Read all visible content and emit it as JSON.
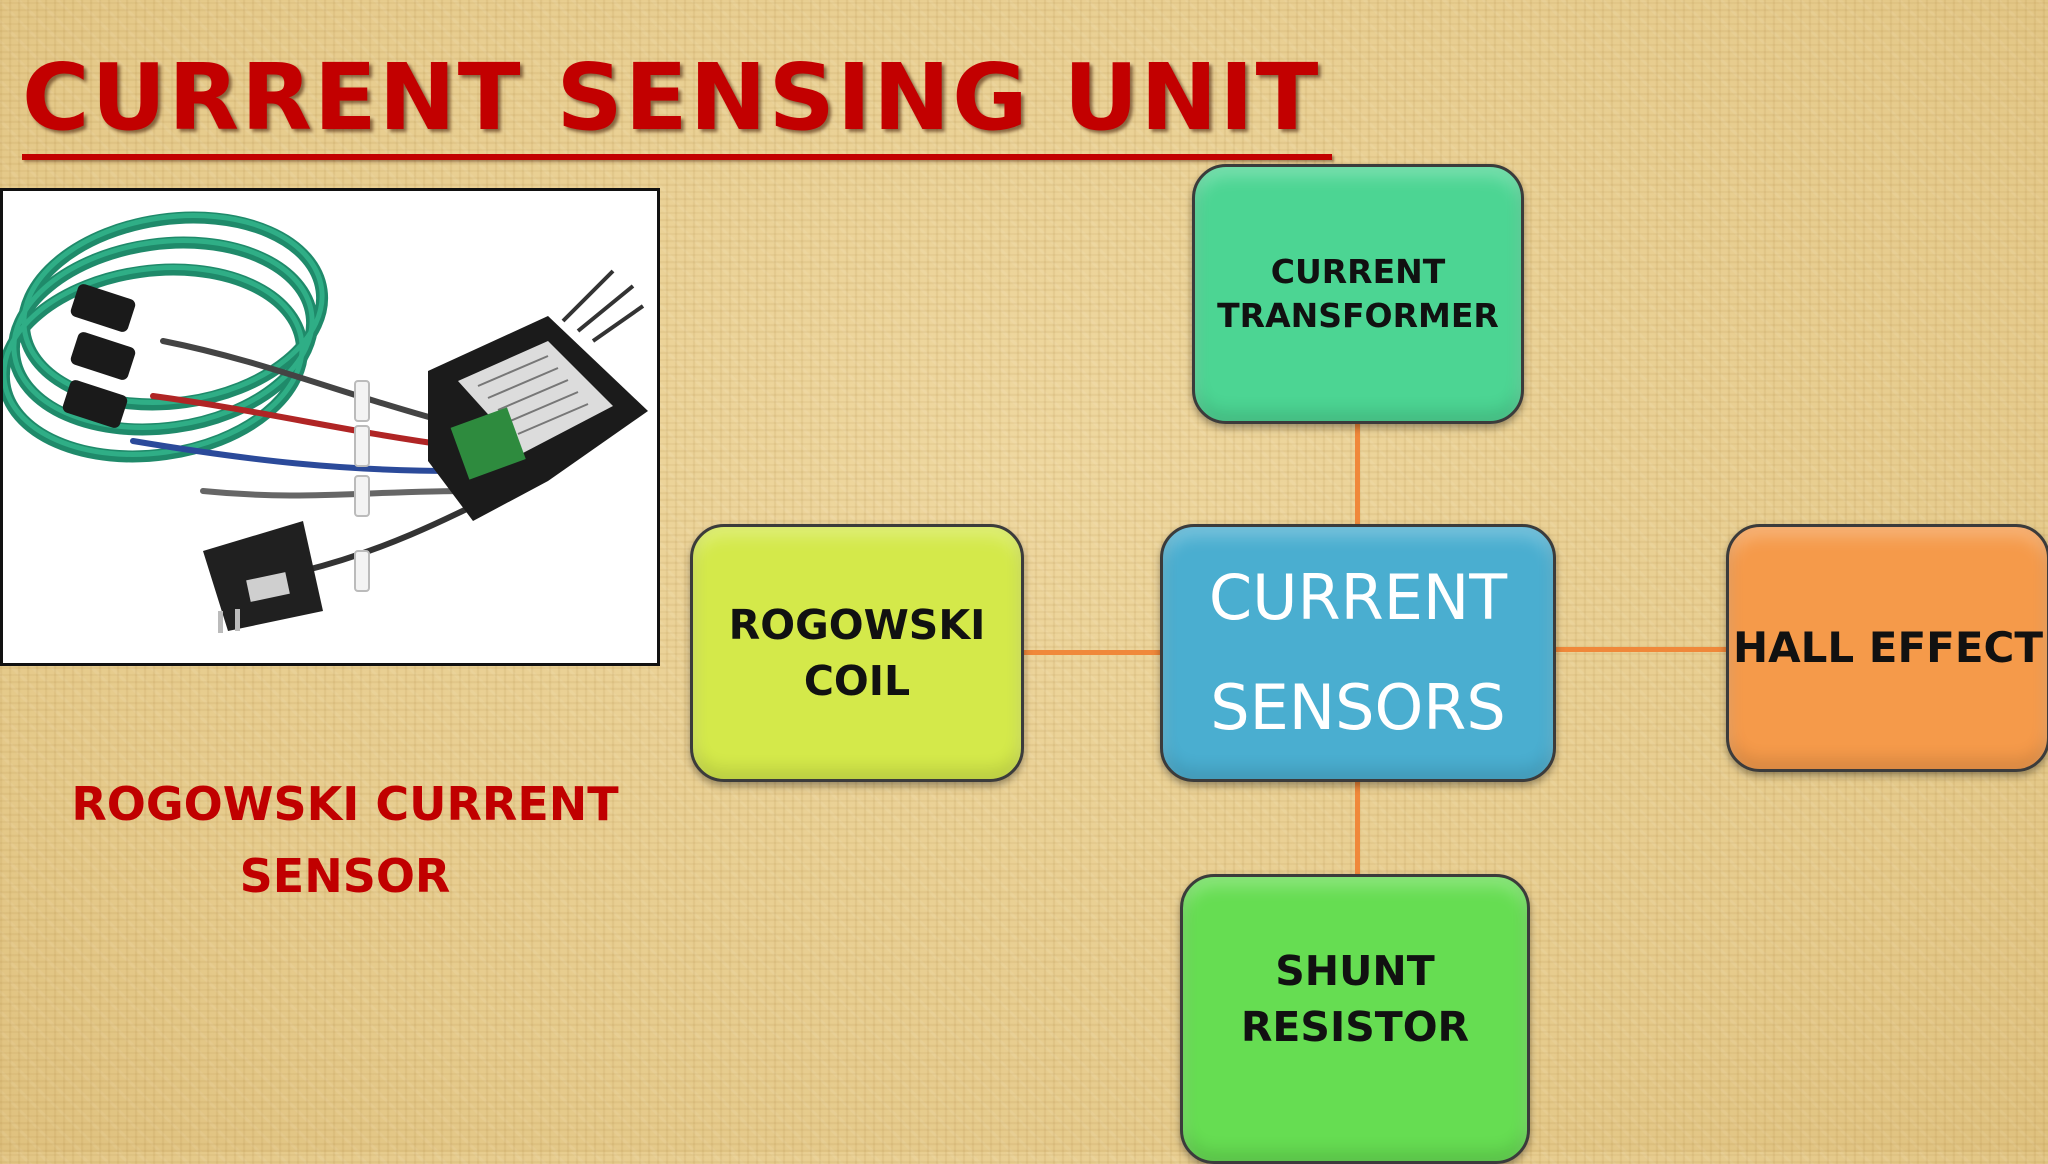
{
  "slide": {
    "title": "CURRENT SENSING UNIT",
    "image_caption": "ROGOWSKI CURRENT SENSOR"
  },
  "diagram": {
    "center": {
      "line1": "CURRENT",
      "line2": "SENSORS"
    },
    "top": {
      "line1": "CURRENT",
      "line2": "TRANSFORMER"
    },
    "left": {
      "line1": "ROGOWSKI",
      "line2": "COIL"
    },
    "right": {
      "line1": "HALL EFFECT"
    },
    "bottom": {
      "line1": "SHUNT",
      "line2": "RESISTOR"
    }
  },
  "colors": {
    "title": "#c20000",
    "connector": "#f0883a",
    "center_box": "#4aaed0",
    "top_box": "#4cd593",
    "left_box": "#d4e94a",
    "right_box": "#f59a4a",
    "bottom_box": "#66dd52"
  }
}
